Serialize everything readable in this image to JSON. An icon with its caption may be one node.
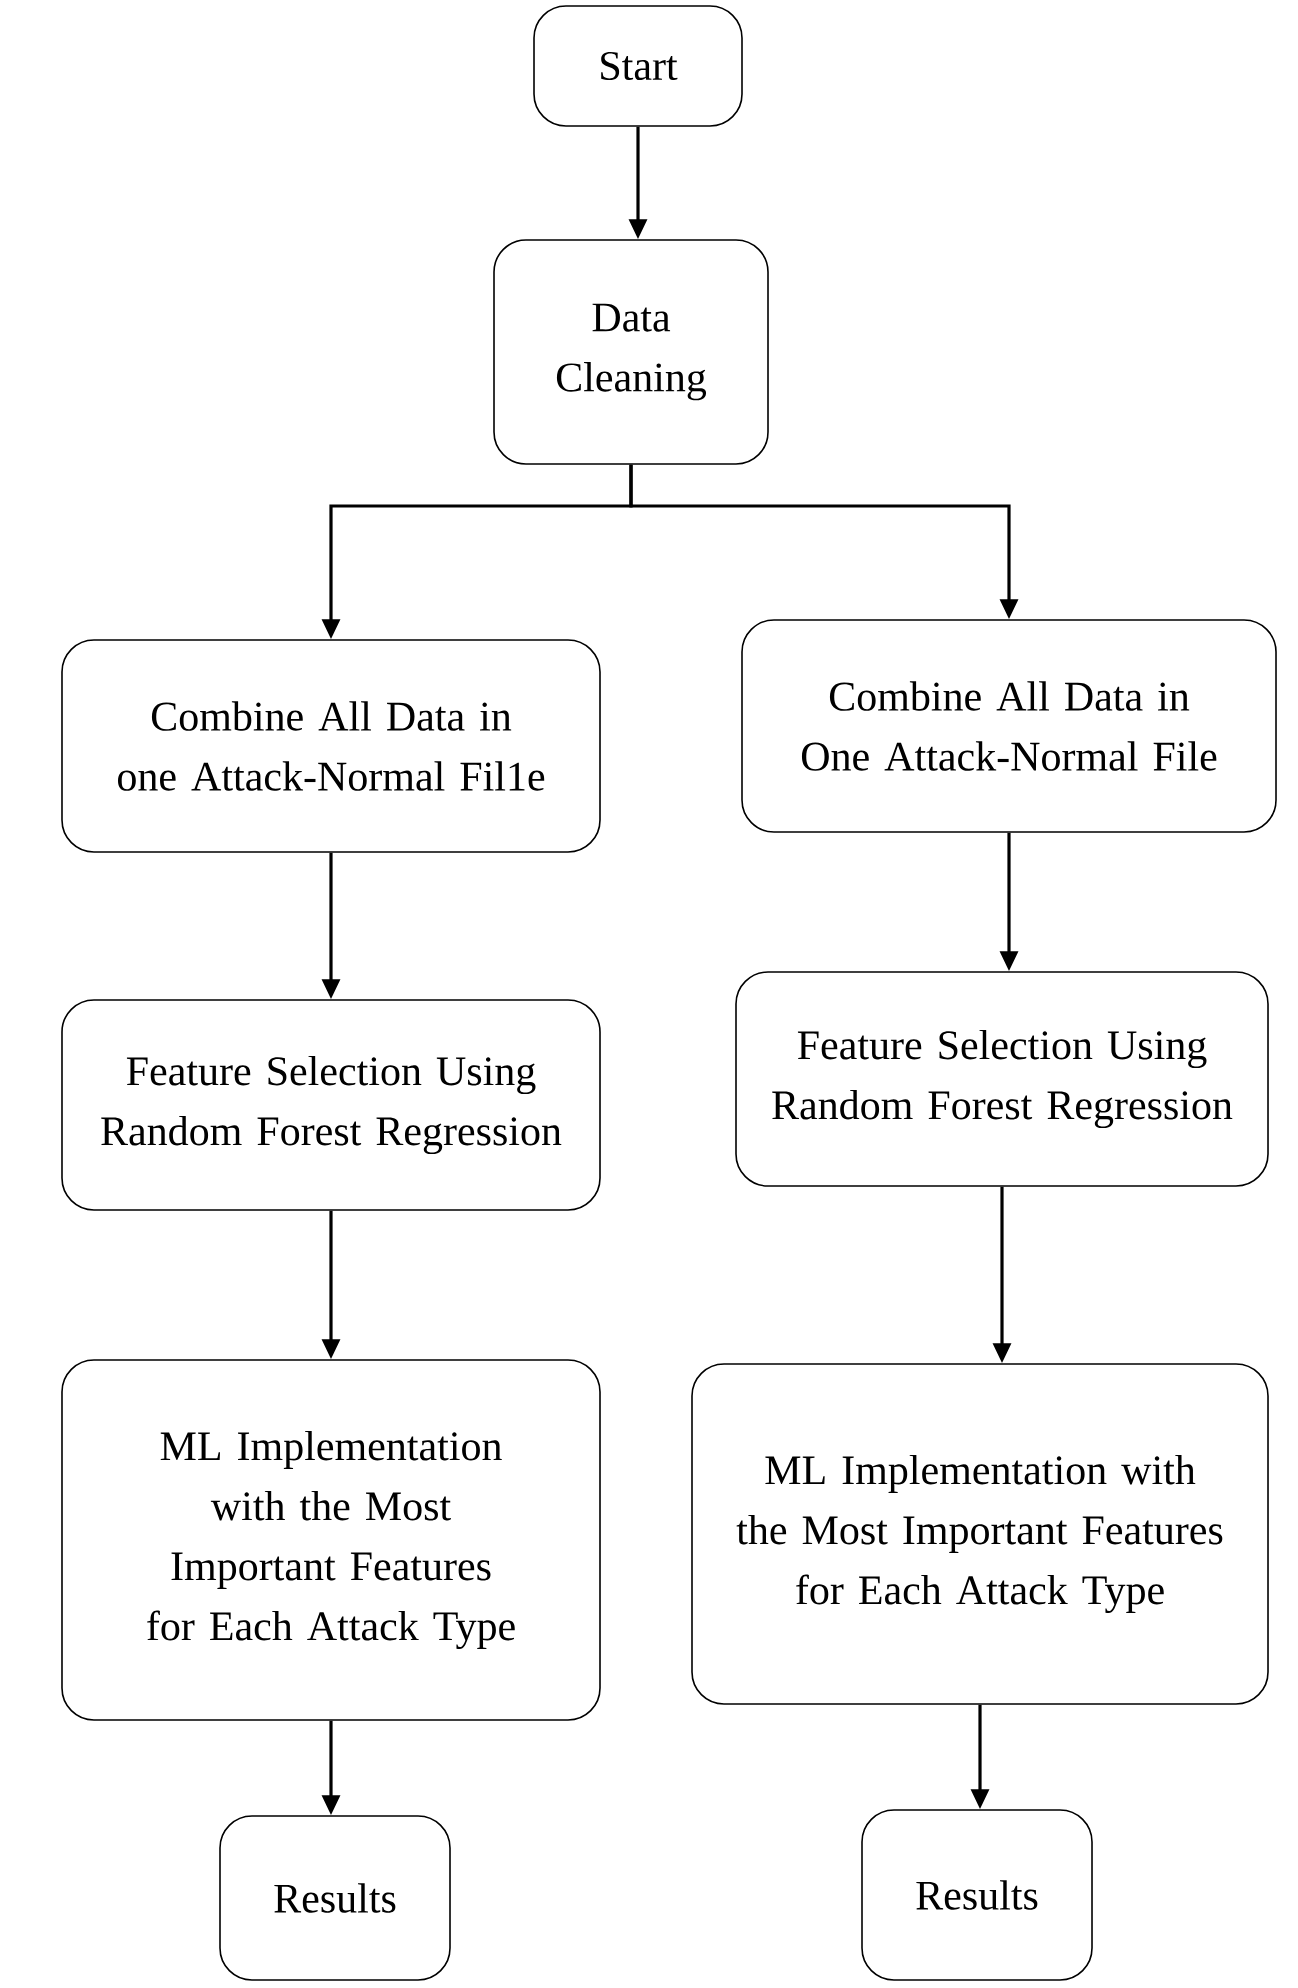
{
  "diagram": {
    "nodes": [
      {
        "text": [
          "Start"
        ]
      },
      {
        "text": [
          "Data Cleaning"
        ]
      },
      {
        "text": [
          "Combine All Data in one Attack-Normal Fil1e"
        ]
      },
      {
        "text": [
          "Combine All Data in One Attack-Normal File"
        ]
      },
      {
        "text": [
          "Feature Selection Using Random Forest Regression"
        ]
      },
      {
        "text": [
          "Feature Selection Using Random Forest Regression"
        ]
      },
      {
        "text": [
          "ML Implementation with the Most Important Features for Each Attack Type"
        ]
      },
      {
        "text": [
          "ML Implementation with the Most Important Features for Each Attack Type"
        ]
      },
      {
        "text": [
          "Results"
        ]
      },
      {
        "text": [
          "Results"
        ]
      }
    ],
    "edges": [
      {
        "from": 0,
        "to": 1,
        "arrow": "to"
      },
      {
        "from": 1,
        "to": 2,
        "arrow": "to"
      },
      {
        "from": 1,
        "to": 3,
        "arrow": "to"
      },
      {
        "from": 2,
        "to": 4,
        "arrow": "to"
      },
      {
        "from": 3,
        "to": 5,
        "arrow": "to"
      },
      {
        "from": 4,
        "to": 6,
        "arrow": "to"
      },
      {
        "from": 5,
        "to": 7,
        "arrow": "to"
      },
      {
        "from": 6,
        "to": 8,
        "arrow": "to"
      },
      {
        "from": 7,
        "to": 9,
        "arrow": "to"
      }
    ]
  }
}
